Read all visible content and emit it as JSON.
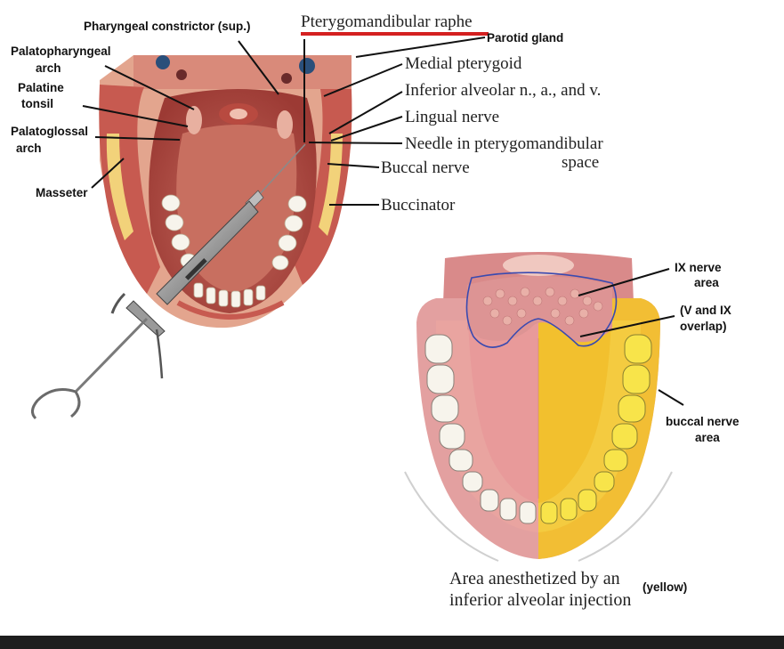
{
  "labels": {
    "pharyngeal_constrictor": "Pharyngeal constrictor (sup.)",
    "pterygomandibular_raphe": "Pterygomandibular raphe",
    "parotid_gland": "Parotid gland",
    "palatopharyngeal_arch_1": "Palatopharyngeal",
    "palatopharyngeal_arch_2": "arch",
    "palatine_tonsil_1": "Palatine",
    "palatine_tonsil_2": "tonsil",
    "palatoglossal_arch_1": "Palatoglossal",
    "palatoglossal_arch_2": "arch",
    "masseter": "Masseter",
    "medial_pterygoid": "Medial pterygoid",
    "inferior_alveolar": "Inferior alveolar n., a., and v.",
    "lingual_nerve": "Lingual nerve",
    "needle_1": "Needle in pterygomandibular",
    "needle_2": "space",
    "buccal_nerve": "Buccal nerve",
    "buccinator": "Buccinator",
    "ix_nerve_1": "IX nerve",
    "ix_nerve_2": "area",
    "overlap_1": "(V and IX",
    "overlap_2": "overlap)",
    "buccal_area_1": "buccal nerve",
    "buccal_area_2": "area",
    "caption_1": "Area anesthetized by an",
    "caption_2": "inferior alveolar injection",
    "yellow": "(yellow)"
  },
  "colors": {
    "tissue": "#d9847a",
    "tissue_dark": "#b8504a",
    "muscle": "#c9605a",
    "fat": "#f2d27a",
    "tongue_pink": "#e89a9a",
    "anesthetized_yellow": "#f2c02e",
    "teeth": "#f5f2ea",
    "raphe_line": "#d42020",
    "ix_outline": "#3a4ab0"
  }
}
